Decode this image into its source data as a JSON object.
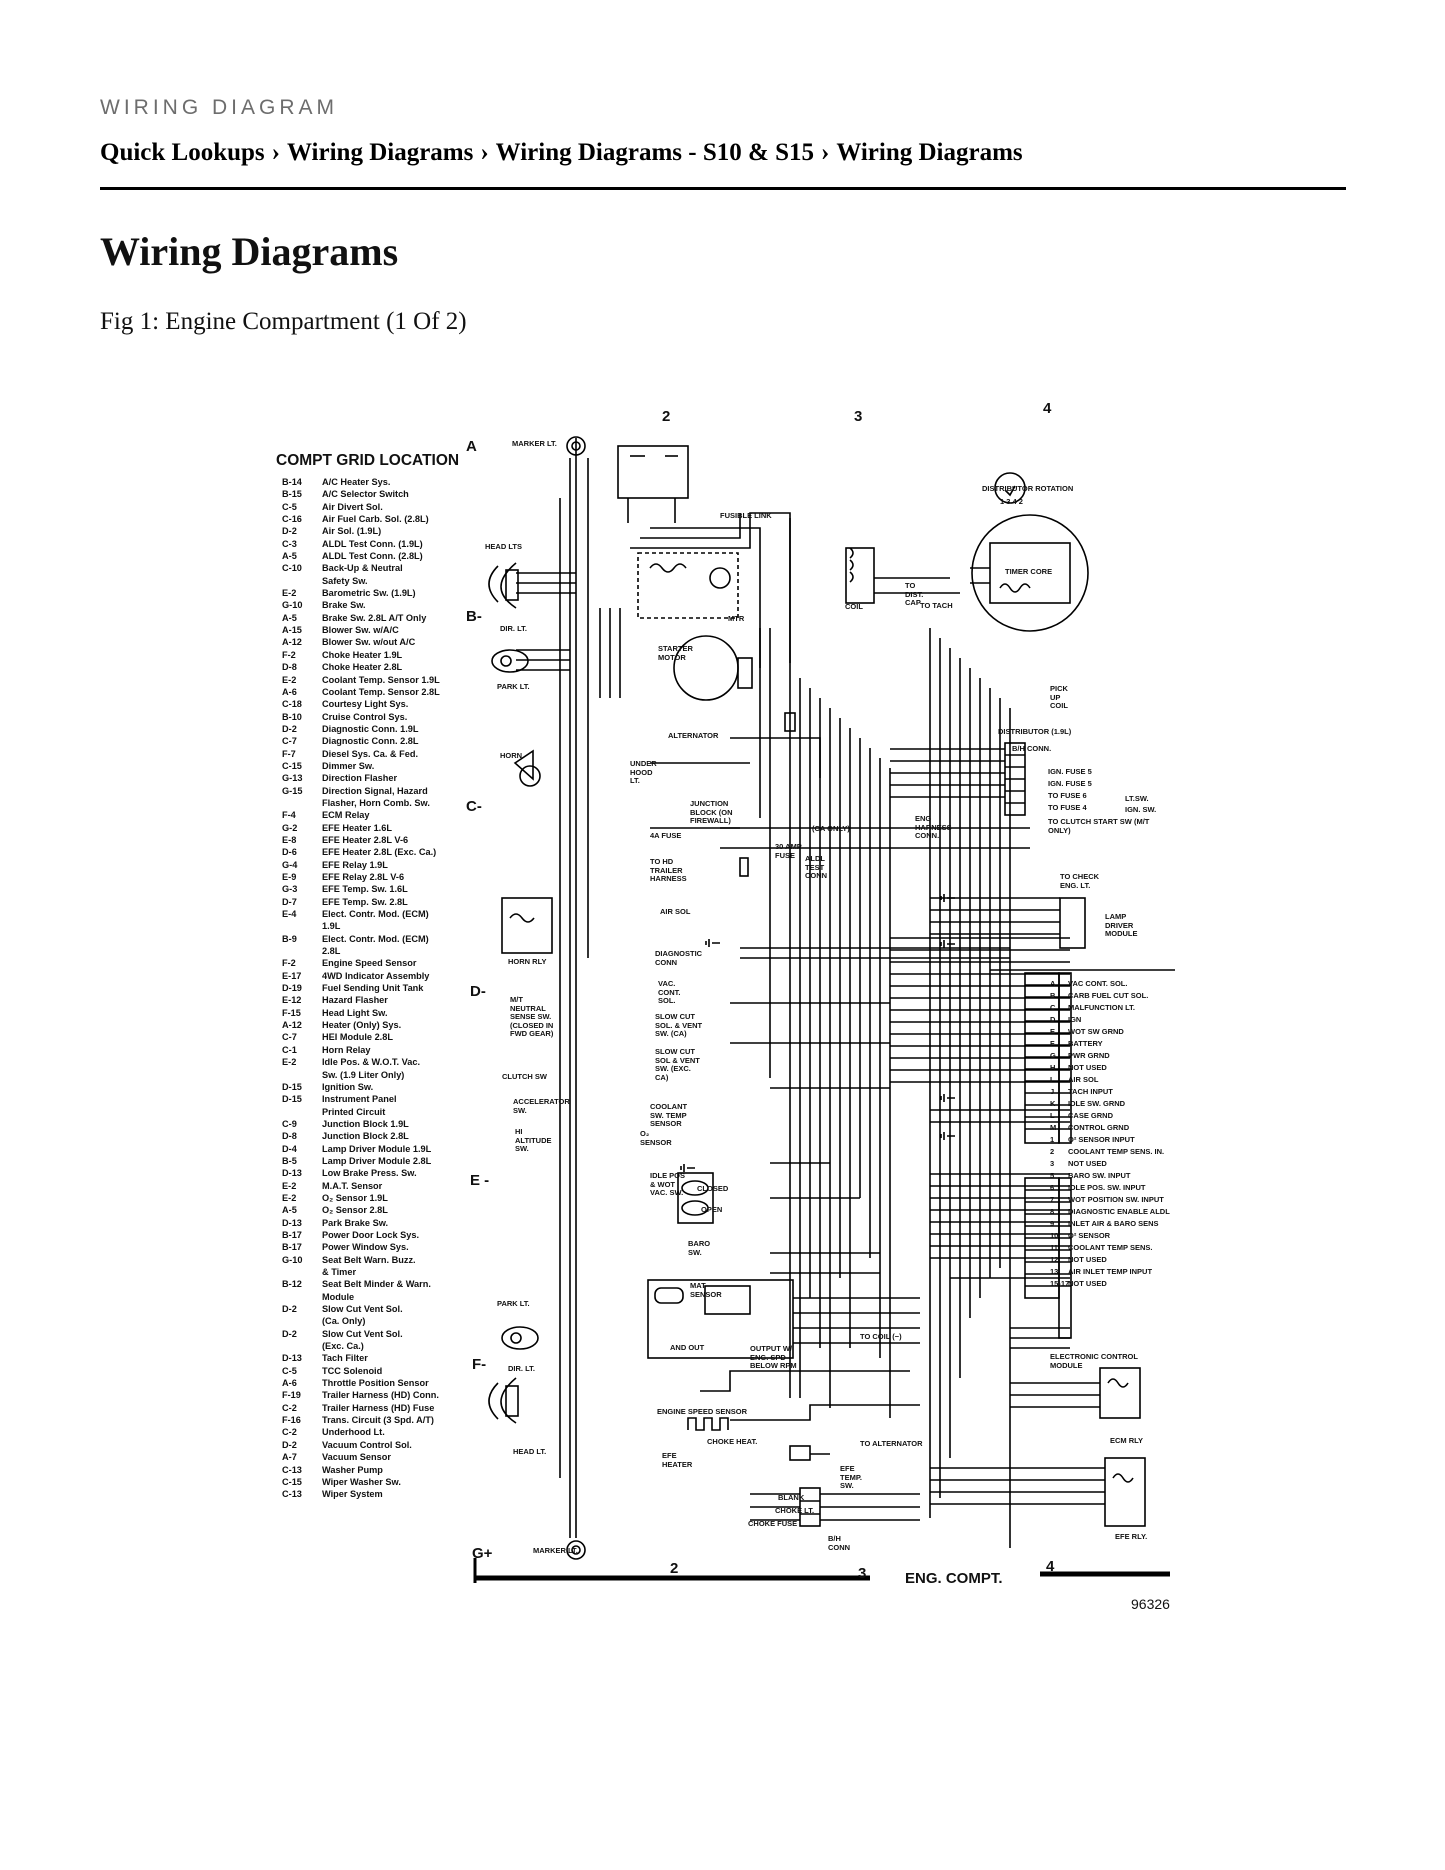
{
  "header": {
    "doc_label": "WIRING DIAGRAM",
    "breadcrumb": [
      "Quick Lookups",
      "Wiring Diagrams",
      "Wiring Diagrams - S10 & S15",
      "Wiring Diagrams"
    ],
    "separator": "›"
  },
  "page_title": "Wiring Diagrams",
  "figure": {
    "caption": "Fig 1: Engine Compartment (1 Of 2)",
    "id": "96326",
    "footer_label": "ENG. COMPT.",
    "grid_title": "COMPT GRID LOCATION",
    "grid": [
      {
        "code": "B-14",
        "desc": "A/C Heater Sys."
      },
      {
        "code": "B-15",
        "desc": "A/C Selector Switch"
      },
      {
        "code": "C-5",
        "desc": "Air Divert Sol."
      },
      {
        "code": "C-16",
        "desc": "Air Fuel Carb. Sol. (2.8L)"
      },
      {
        "code": "D-2",
        "desc": "Air Sol. (1.9L)"
      },
      {
        "code": "C-3",
        "desc": "ALDL Test Conn. (1.9L)"
      },
      {
        "code": "A-5",
        "desc": "ALDL Test Conn. (2.8L)"
      },
      {
        "code": "C-10",
        "desc": "Back-Up & Neutral"
      },
      {
        "code": "",
        "desc": "Safety Sw."
      },
      {
        "code": "E-2",
        "desc": "Barometric Sw. (1.9L)"
      },
      {
        "code": "G-10",
        "desc": "Brake Sw."
      },
      {
        "code": "A-5",
        "desc": "Brake Sw. 2.8L A/T Only"
      },
      {
        "code": "A-15",
        "desc": "Blower Sw. w/A/C"
      },
      {
        "code": "A-12",
        "desc": "Blower Sw. w/out A/C"
      },
      {
        "code": "F-2",
        "desc": "Choke Heater 1.9L"
      },
      {
        "code": "D-8",
        "desc": "Choke Heater 2.8L"
      },
      {
        "code": "E-2",
        "desc": "Coolant Temp. Sensor 1.9L"
      },
      {
        "code": "A-6",
        "desc": "Coolant Temp. Sensor 2.8L"
      },
      {
        "code": "C-18",
        "desc": "Courtesy Light Sys."
      },
      {
        "code": "B-10",
        "desc": "Cruise Control Sys."
      },
      {
        "code": "D-2",
        "desc": "Diagnostic Conn. 1.9L"
      },
      {
        "code": "C-7",
        "desc": "Diagnostic Conn. 2.8L"
      },
      {
        "code": "F-7",
        "desc": "Diesel Sys. Ca. & Fed."
      },
      {
        "code": "C-15",
        "desc": "Dimmer Sw."
      },
      {
        "code": "G-13",
        "desc": "Direction Flasher"
      },
      {
        "code": "G-15",
        "desc": "Direction Signal, Hazard"
      },
      {
        "code": "",
        "desc": "Flasher, Horn Comb. Sw."
      },
      {
        "code": "F-4",
        "desc": "ECM Relay"
      },
      {
        "code": "G-2",
        "desc": "EFE Heater 1.6L"
      },
      {
        "code": "E-8",
        "desc": "EFE Heater 2.8L V-6"
      },
      {
        "code": "D-6",
        "desc": "EFE Heater 2.8L (Exc. Ca.)"
      },
      {
        "code": "G-4",
        "desc": "EFE Relay 1.9L"
      },
      {
        "code": "E-9",
        "desc": "EFE Relay 2.8L V-6"
      },
      {
        "code": "G-3",
        "desc": "EFE Temp. Sw. 1.6L"
      },
      {
        "code": "D-7",
        "desc": "EFE Temp. Sw. 2.8L"
      },
      {
        "code": "E-4",
        "desc": "Elect. Contr. Mod. (ECM)"
      },
      {
        "code": "",
        "desc": "1.9L"
      },
      {
        "code": "B-9",
        "desc": "Elect. Contr. Mod. (ECM)"
      },
      {
        "code": "",
        "desc": "2.8L"
      },
      {
        "code": "F-2",
        "desc": "Engine Speed Sensor"
      },
      {
        "code": "E-17",
        "desc": "4WD Indicator Assembly"
      },
      {
        "code": "D-19",
        "desc": "Fuel Sending Unit Tank"
      },
      {
        "code": "E-12",
        "desc": "Hazard Flasher"
      },
      {
        "code": "F-15",
        "desc": "Head Light Sw."
      },
      {
        "code": "A-12",
        "desc": "Heater (Only) Sys."
      },
      {
        "code": "C-7",
        "desc": "HEI Module 2.8L"
      },
      {
        "code": "C-1",
        "desc": "Horn Relay"
      },
      {
        "code": "E-2",
        "desc": "Idle Pos. & W.O.T. Vac."
      },
      {
        "code": "",
        "desc": "Sw. (1.9 Liter Only)"
      },
      {
        "code": "D-15",
        "desc": "Ignition Sw."
      },
      {
        "code": "D-15",
        "desc": "Instrument Panel"
      },
      {
        "code": "",
        "desc": "Printed Circuit"
      },
      {
        "code": "C-9",
        "desc": "Junction Block 1.9L"
      },
      {
        "code": "D-8",
        "desc": "Junction Block 2.8L"
      },
      {
        "code": "D-4",
        "desc": "Lamp Driver Module 1.9L"
      },
      {
        "code": "B-5",
        "desc": "Lamp Driver Module 2.8L"
      },
      {
        "code": "D-13",
        "desc": "Low Brake Press. Sw."
      },
      {
        "code": "E-2",
        "desc": "M.A.T. Sensor"
      },
      {
        "code": "E-2",
        "desc": "O₂ Sensor 1.9L"
      },
      {
        "code": "A-5",
        "desc": "O₂ Sensor 2.8L"
      },
      {
        "code": "D-13",
        "desc": "Park Brake Sw."
      },
      {
        "code": "B-17",
        "desc": "Power Door Lock Sys."
      },
      {
        "code": "B-17",
        "desc": "Power Window Sys."
      },
      {
        "code": "G-10",
        "desc": "Seat Belt Warn. Buzz."
      },
      {
        "code": "",
        "desc": "& Timer"
      },
      {
        "code": "B-12",
        "desc": "Seat Belt Minder & Warn."
      },
      {
        "code": "",
        "desc": "Module"
      },
      {
        "code": "D-2",
        "desc": "Slow Cut Vent Sol."
      },
      {
        "code": "",
        "desc": "(Ca. Only)"
      },
      {
        "code": "D-2",
        "desc": "Slow Cut Vent Sol."
      },
      {
        "code": "",
        "desc": "(Exc. Ca.)"
      },
      {
        "code": "D-13",
        "desc": "Tach Filter"
      },
      {
        "code": "C-5",
        "desc": "TCC Solenoid"
      },
      {
        "code": "A-6",
        "desc": "Throttle Position Sensor"
      },
      {
        "code": "F-19",
        "desc": "Trailer Harness (HD) Conn."
      },
      {
        "code": "C-2",
        "desc": "Trailer Harness (HD) Fuse"
      },
      {
        "code": "F-16",
        "desc": "Trans. Circuit (3 Spd. A/T)"
      },
      {
        "code": "C-2",
        "desc": "Underhood Lt."
      },
      {
        "code": "D-2",
        "desc": "Vacuum Control Sol."
      },
      {
        "code": "A-7",
        "desc": "Vacuum Sensor"
      },
      {
        "code": "C-13",
        "desc": "Washer Pump"
      },
      {
        "code": "C-15",
        "desc": "Wiper Washer Sw."
      },
      {
        "code": "C-13",
        "desc": "Wiper System"
      }
    ],
    "row_letters": [
      "A",
      "B-",
      "C-",
      "D-",
      "E -",
      "F-",
      "G+"
    ],
    "column_numbers": [
      "2",
      "3",
      "4"
    ],
    "labels": {
      "marker_lt": "MARKER LT.",
      "head_lts": "HEAD LTS",
      "dir_lt": "DIR. LT.",
      "park_lt": "PARK LT.",
      "horn": "HORN",
      "horn_rly": "HORN RLY",
      "fusible_link": "FUSIBLE LINK",
      "starter_motor": "STARTER MOTOR",
      "mtr": "MTR",
      "alternator": "ALTERNATOR",
      "underhood_lt": "UNDER HOOD LT.",
      "junction_block": "JUNCTION BLOCK (ON FIREWALL)",
      "fuse_4a": "4A FUSE",
      "fuse_30a": "30 AMP FUSE",
      "to_hd_trailer": "TO HD TRAILER HARNESS",
      "air_sol": "AIR SOL",
      "diagnostic_conn": "DIAGNOSTIC CONN",
      "vac_cont_sol": "VAC. CONT. SOL.",
      "slow_cut_ca": "SLOW CUT SOL. & VENT SW. (CA)",
      "slow_cut_exc": "SLOW CUT SOL & VENT SW. (EXC. CA)",
      "mt_neutral": "M/T NEUTRAL SENSE SW. (CLOSED IN FWD GEAR)",
      "clutch_sw": "CLUTCH SW",
      "accelerator_sw": "ACCELERATOR SW.",
      "hi_altitude_sw": "HI ALTITUDE SW.",
      "coolant_sw": "COOLANT SW. TEMP SENSOR",
      "o2_sensor": "O₂ SENSOR",
      "idle_pos": "IDLE POS & WOT VAC. SW.",
      "closed": "CLOSED",
      "open": "OPEN",
      "baro_sw": "BARO SW.",
      "mat_sensor": "MAT SENSOR",
      "engine_speed_sensor": "ENGINE SPEED SENSOR",
      "choke_heat": "CHOKE HEAT.",
      "efe_heater": "EFE HEATER",
      "efe_temp_sw": "EFE TEMP. SW.",
      "to_alternator": "TO ALTERNATOR",
      "choke_lt": "CHOKE LT.",
      "choke_fuse": "CHOKE FUSE",
      "blank": "BLANK",
      "bh_conn": "B/H CONN",
      "coil": "COIL",
      "to_dist_cap": "TO DIST. CAP",
      "to_tach": "TO TACH",
      "distributor_rotation": "DISTRIBUTOR ROTATION",
      "firing_order": "1 3 4 2",
      "timer_core": "TIMER CORE",
      "pick_up_coil": "PICK UP COIL",
      "distributor": "DISTRIBUTOR (1.9L)",
      "bh_conn_right": "B/H CONN.",
      "ign_fuse_5a": "IGN. FUSE 5",
      "ign_fuse_5b": "IGN. FUSE 5",
      "to_fuse_6": "TO FUSE 6",
      "to_fuse_4": "TO FUSE 4",
      "lt_sw": "LT.SW.",
      "ign_sw": "IGN. SW.",
      "to_clutch_start": "TO CLUTCH START SW (M/T ONLY)",
      "to_check_eng": "TO CHECK ENG. LT.",
      "lamp_driver_module": "LAMP DRIVER MODULE",
      "eng_harness_conn": "ENG HARNESS CONN.",
      "ecm_module": "ELECTRONIC CONTROL MODULE",
      "ecm_rly": "ECM RLY",
      "efe_rly": "EFE RLY.",
      "head_lt": "HEAD LT.",
      "ca_only": "(CA ONLY)",
      "aldl_test_conn": "ALDL TEST CONN",
      "to_coil": "TO COIL (−)",
      "output_w": "OUTPUT W/ ENG. SPD BELOW RPM",
      "and_out": "AND OUT"
    },
    "ecm_pins": [
      {
        "pin": "A",
        "label": "VAC CONT. SOL."
      },
      {
        "pin": "B",
        "label": "CARB FUEL CUT SOL."
      },
      {
        "pin": "C",
        "label": "MALFUNCTION LT."
      },
      {
        "pin": "D",
        "label": "IGN"
      },
      {
        "pin": "E",
        "label": "WOT SW GRND"
      },
      {
        "pin": "F",
        "label": "BATTERY"
      },
      {
        "pin": "G",
        "label": "PWR GRND"
      },
      {
        "pin": "H",
        "label": "NOT USED"
      },
      {
        "pin": "I",
        "label": "AIR SOL"
      },
      {
        "pin": "J",
        "label": "TACH INPUT"
      },
      {
        "pin": "K",
        "label": "IDLE SW. GRND"
      },
      {
        "pin": "L",
        "label": "CASE GRND"
      },
      {
        "pin": "M",
        "label": "CONTROL GRND"
      },
      {
        "pin": "1",
        "label": "O² SENSOR INPUT"
      },
      {
        "pin": "2",
        "label": "COOLANT TEMP SENS. IN."
      },
      {
        "pin": "3",
        "label": "NOT USED"
      },
      {
        "pin": "5",
        "label": "BARO SW. INPUT"
      },
      {
        "pin": "6",
        "label": "IDLE POS. SW. INPUT"
      },
      {
        "pin": "7",
        "label": "WOT POSITION SW. INPUT"
      },
      {
        "pin": "8",
        "label": "DIAGNOSTIC ENABLE ALDL"
      },
      {
        "pin": "9",
        "label": "INLET AIR & BARO SENS"
      },
      {
        "pin": "10",
        "label": "O² SENSOR"
      },
      {
        "pin": "11",
        "label": "COOLANT TEMP SENS."
      },
      {
        "pin": "12",
        "label": "NOT USED"
      },
      {
        "pin": "13",
        "label": "AIR INLET TEMP INPUT"
      },
      {
        "pin": "15-17",
        "label": "NOT USED"
      }
    ]
  }
}
